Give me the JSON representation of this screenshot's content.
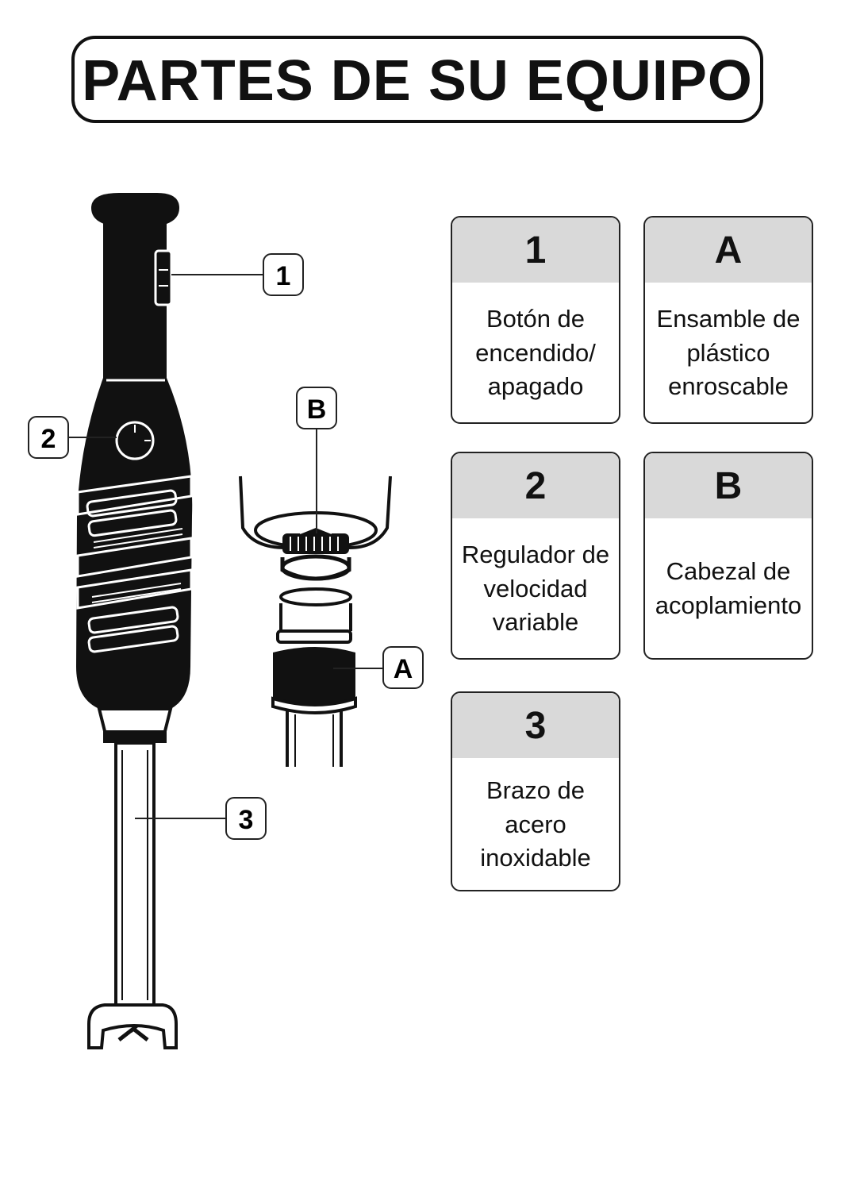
{
  "title": "PARTES DE SU EQUIPO",
  "callouts": {
    "c1": "1",
    "c2": "2",
    "c3": "3",
    "cA": "A",
    "cB": "B"
  },
  "cards": [
    {
      "id": "1",
      "label": "Botón de\nencendido/\napagado"
    },
    {
      "id": "A",
      "label": "Ensamble de\nplástico\nenroscable"
    },
    {
      "id": "2",
      "label": "Regulador de\nvelocidad\nvariable"
    },
    {
      "id": "B",
      "label": "Cabezal de\nacoplamiento"
    },
    {
      "id": "3",
      "label": "Brazo de\nacero\ninoxidable"
    }
  ],
  "colors": {
    "body_black": "#111111",
    "card_header": "#d9d9d9",
    "line": "#222222"
  },
  "icons": [
    "power-button-icon",
    "speed-dial-icon",
    "blender-illustration",
    "coupling-head-illustration"
  ]
}
